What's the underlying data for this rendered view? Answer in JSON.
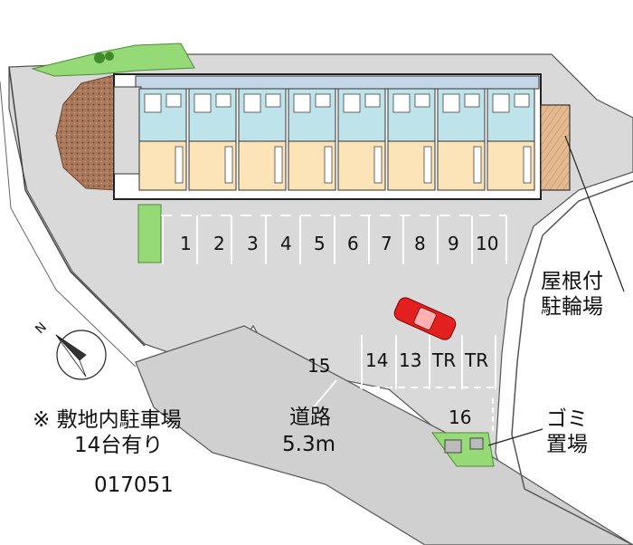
{
  "site_plan": {
    "parking_spaces": [
      "1",
      "2",
      "3",
      "4",
      "5",
      "6",
      "7",
      "8",
      "9",
      "10"
    ],
    "lower_row": [
      "15",
      "14",
      "13",
      "TR",
      "TR"
    ],
    "space_16": "16",
    "bicycle_label": [
      "屋根付",
      "駐輪場"
    ],
    "garbage_label": [
      "ゴミ",
      "置場"
    ],
    "road_label": [
      "道路",
      "5.3m"
    ],
    "note": [
      "※ 敷地内駐車場",
      "14台有り"
    ],
    "code": "017051",
    "compass_letter": "N"
  },
  "colors": {
    "pavement": "#d9d9d9",
    "building_units": "#fce3b8",
    "balcony": "#bfe3ea",
    "grass": "#96d977",
    "brick": "#a9785a",
    "car": "#e31f1f"
  }
}
